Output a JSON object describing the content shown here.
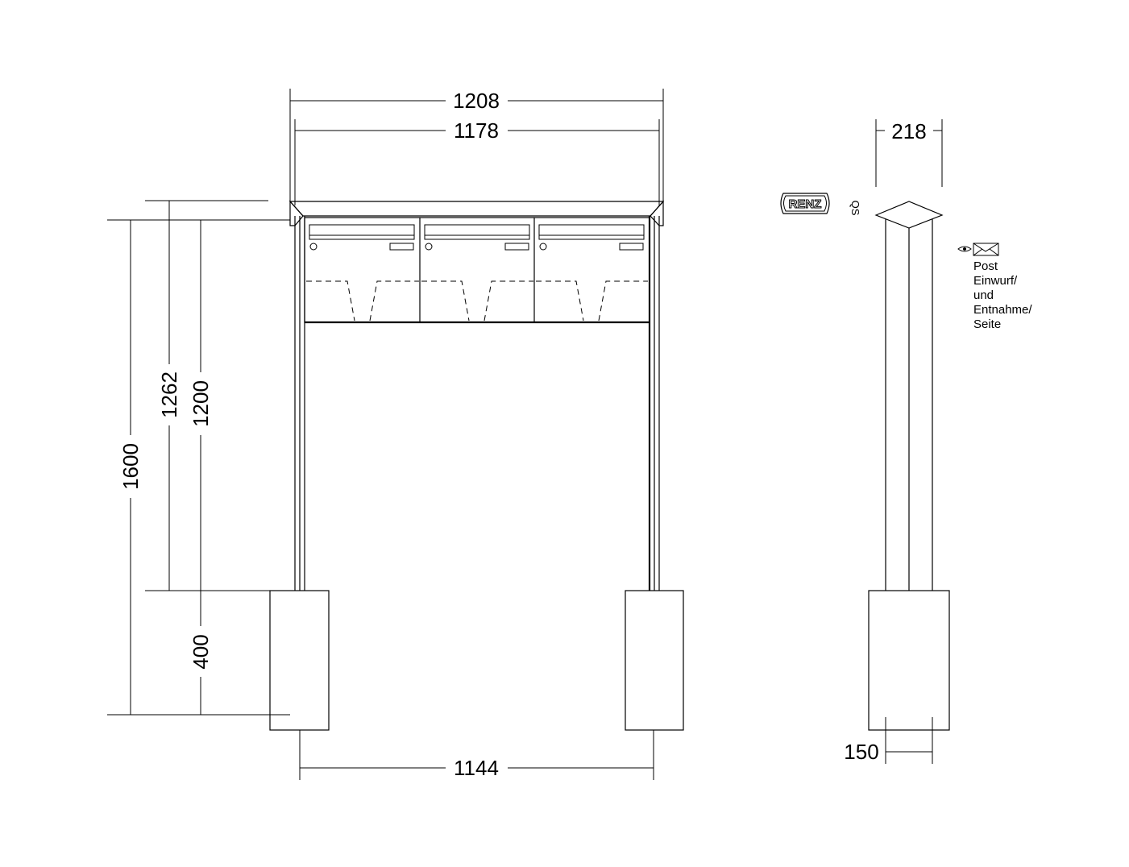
{
  "front_view": {
    "dimensions": {
      "total_width": "1208",
      "inner_width": "1178",
      "post_spacing": "1144",
      "total_height": "1600",
      "top_edge_height": "1262",
      "box_bottom_height": "1200",
      "foot_height": "400"
    },
    "mailbox_count": 3
  },
  "side_view": {
    "dimensions": {
      "depth": "218",
      "foot_width": "150"
    },
    "access_note": [
      "Post",
      "Einwurf/",
      "und",
      "Entnahme/",
      "Seite"
    ]
  },
  "logo": {
    "brand": "RENZ",
    "quality_mark": "QS"
  }
}
